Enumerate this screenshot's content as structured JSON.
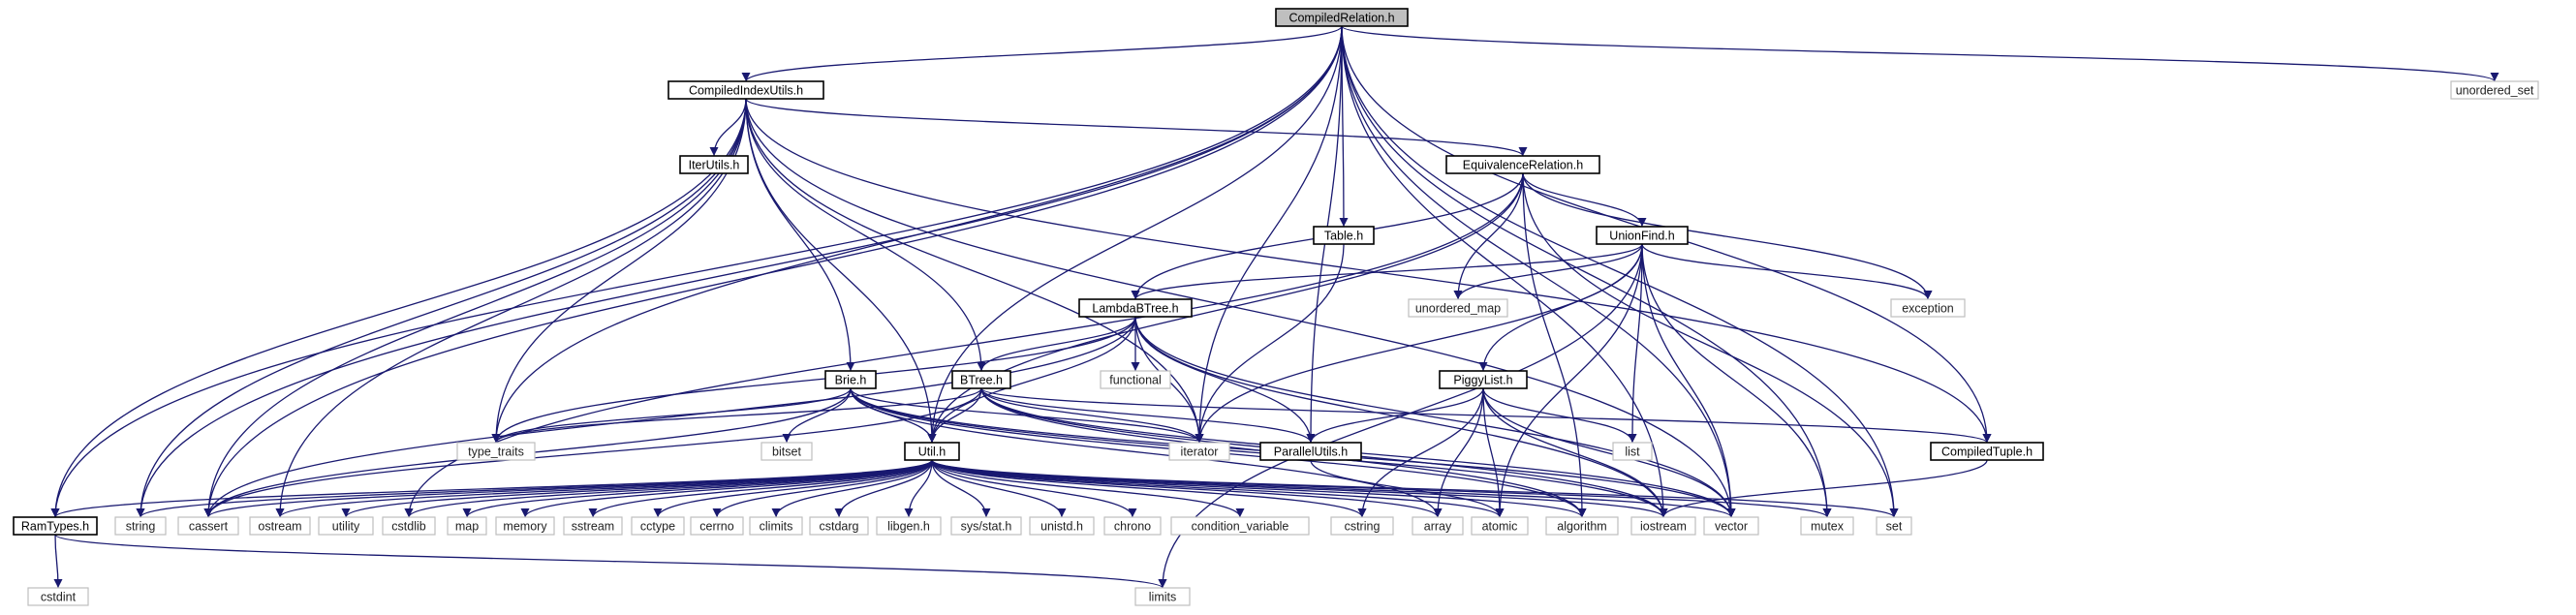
{
  "nodes": [
    {
      "id": "compiled_relation",
      "label": "CompiledRelation.h",
      "kind": "root"
    },
    {
      "id": "unordered_set",
      "label": "unordered_set",
      "kind": "sys"
    },
    {
      "id": "compiled_index_utils",
      "label": "CompiledIndexUtils.h",
      "kind": "local"
    },
    {
      "id": "iter_utils",
      "label": "IterUtils.h",
      "kind": "local"
    },
    {
      "id": "equivalence_relation",
      "label": "EquivalenceRelation.h",
      "kind": "local"
    },
    {
      "id": "table",
      "label": "Table.h",
      "kind": "local"
    },
    {
      "id": "union_find",
      "label": "UnionFind.h",
      "kind": "local"
    },
    {
      "id": "unordered_map",
      "label": "unordered_map",
      "kind": "sys"
    },
    {
      "id": "exception",
      "label": "exception",
      "kind": "sys"
    },
    {
      "id": "lambda_btree",
      "label": "LambdaBTree.h",
      "kind": "local"
    },
    {
      "id": "functional",
      "label": "functional",
      "kind": "sys"
    },
    {
      "id": "brie",
      "label": "Brie.h",
      "kind": "local"
    },
    {
      "id": "btree",
      "label": "BTree.h",
      "kind": "local"
    },
    {
      "id": "piggy_list",
      "label": "PiggyList.h",
      "kind": "local"
    },
    {
      "id": "type_traits",
      "label": "type_traits",
      "kind": "sys"
    },
    {
      "id": "bitset",
      "label": "bitset",
      "kind": "sys"
    },
    {
      "id": "util",
      "label": "Util.h",
      "kind": "local"
    },
    {
      "id": "iterator",
      "label": "iterator",
      "kind": "sys"
    },
    {
      "id": "parallel_utils",
      "label": "ParallelUtils.h",
      "kind": "local"
    },
    {
      "id": "list",
      "label": "list",
      "kind": "sys"
    },
    {
      "id": "compiled_tuple",
      "label": "CompiledTuple.h",
      "kind": "local"
    },
    {
      "id": "ram_types",
      "label": "RamTypes.h",
      "kind": "local"
    },
    {
      "id": "string",
      "label": "string",
      "kind": "sys"
    },
    {
      "id": "cassert",
      "label": "cassert",
      "kind": "sys"
    },
    {
      "id": "ostream",
      "label": "ostream",
      "kind": "sys"
    },
    {
      "id": "utility",
      "label": "utility",
      "kind": "sys"
    },
    {
      "id": "cstdlib",
      "label": "cstdlib",
      "kind": "sys"
    },
    {
      "id": "map",
      "label": "map",
      "kind": "sys"
    },
    {
      "id": "memory",
      "label": "memory",
      "kind": "sys"
    },
    {
      "id": "sstream",
      "label": "sstream",
      "kind": "sys"
    },
    {
      "id": "cctype",
      "label": "cctype",
      "kind": "sys"
    },
    {
      "id": "cerrno",
      "label": "cerrno",
      "kind": "sys"
    },
    {
      "id": "climits",
      "label": "climits",
      "kind": "sys"
    },
    {
      "id": "cstdarg",
      "label": "cstdarg",
      "kind": "sys"
    },
    {
      "id": "libgen",
      "label": "libgen.h",
      "kind": "sys"
    },
    {
      "id": "sys_stat",
      "label": "sys/stat.h",
      "kind": "sys"
    },
    {
      "id": "unistd",
      "label": "unistd.h",
      "kind": "sys"
    },
    {
      "id": "chrono",
      "label": "chrono",
      "kind": "sys"
    },
    {
      "id": "condition_variable",
      "label": "condition_variable",
      "kind": "sys"
    },
    {
      "id": "cstring",
      "label": "cstring",
      "kind": "sys"
    },
    {
      "id": "array",
      "label": "array",
      "kind": "sys"
    },
    {
      "id": "atomic",
      "label": "atomic",
      "kind": "sys"
    },
    {
      "id": "algorithm",
      "label": "algorithm",
      "kind": "sys"
    },
    {
      "id": "iostream",
      "label": "iostream",
      "kind": "sys"
    },
    {
      "id": "vector",
      "label": "vector",
      "kind": "sys"
    },
    {
      "id": "mutex",
      "label": "mutex",
      "kind": "sys"
    },
    {
      "id": "set",
      "label": "set",
      "kind": "sys"
    },
    {
      "id": "cstdint",
      "label": "cstdint",
      "kind": "sys"
    },
    {
      "id": "limits",
      "label": "limits",
      "kind": "sys"
    }
  ],
  "edges": [
    [
      "compiled_relation",
      "unordered_set"
    ],
    [
      "compiled_relation",
      "compiled_index_utils"
    ],
    [
      "compiled_relation",
      "table"
    ],
    [
      "compiled_relation",
      "parallel_utils"
    ],
    [
      "compiled_relation",
      "iterator"
    ],
    [
      "compiled_relation",
      "compiled_tuple"
    ],
    [
      "compiled_relation",
      "ram_types"
    ],
    [
      "compiled_relation",
      "string"
    ],
    [
      "compiled_relation",
      "cassert"
    ],
    [
      "compiled_relation",
      "type_traits"
    ],
    [
      "compiled_relation",
      "util"
    ],
    [
      "compiled_relation",
      "iostream"
    ],
    [
      "compiled_relation",
      "vector"
    ],
    [
      "compiled_relation",
      "mutex"
    ],
    [
      "compiled_relation",
      "set"
    ],
    [
      "compiled_index_utils",
      "iter_utils"
    ],
    [
      "compiled_index_utils",
      "equivalence_relation"
    ],
    [
      "compiled_index_utils",
      "brie"
    ],
    [
      "compiled_index_utils",
      "btree"
    ],
    [
      "compiled_index_utils",
      "util"
    ],
    [
      "compiled_index_utils",
      "iterator"
    ],
    [
      "compiled_index_utils",
      "compiled_tuple"
    ],
    [
      "compiled_index_utils",
      "ram_types"
    ],
    [
      "compiled_index_utils",
      "string"
    ],
    [
      "compiled_index_utils",
      "cassert"
    ],
    [
      "compiled_index_utils",
      "ostream"
    ],
    [
      "compiled_index_utils",
      "type_traits"
    ],
    [
      "compiled_index_utils",
      "vector"
    ],
    [
      "equivalence_relation",
      "union_find"
    ],
    [
      "equivalence_relation",
      "lambda_btree"
    ],
    [
      "equivalence_relation",
      "unordered_map"
    ],
    [
      "equivalence_relation",
      "exception"
    ],
    [
      "equivalence_relation",
      "util"
    ],
    [
      "equivalence_relation",
      "cstdlib"
    ],
    [
      "equivalence_relation",
      "algorithm"
    ],
    [
      "equivalence_relation",
      "set"
    ],
    [
      "table",
      "iterator"
    ],
    [
      "union_find",
      "lambda_btree"
    ],
    [
      "union_find",
      "piggy_list"
    ],
    [
      "union_find",
      "unordered_map"
    ],
    [
      "union_find",
      "exception"
    ],
    [
      "union_find",
      "list"
    ],
    [
      "union_find",
      "iterator"
    ],
    [
      "union_find",
      "atomic"
    ],
    [
      "union_find",
      "vector"
    ],
    [
      "union_find",
      "limits"
    ],
    [
      "union_find",
      "mutex"
    ],
    [
      "lambda_btree",
      "btree"
    ],
    [
      "lambda_btree",
      "functional"
    ],
    [
      "lambda_btree",
      "util"
    ],
    [
      "lambda_btree",
      "iterator"
    ],
    [
      "lambda_btree",
      "parallel_utils"
    ],
    [
      "lambda_btree",
      "type_traits"
    ],
    [
      "lambda_btree",
      "cassert"
    ],
    [
      "lambda_btree",
      "vector"
    ],
    [
      "lambda_btree",
      "iostream"
    ],
    [
      "brie",
      "util"
    ],
    [
      "brie",
      "bitset"
    ],
    [
      "brie",
      "type_traits"
    ],
    [
      "brie",
      "iterator"
    ],
    [
      "brie",
      "cassert"
    ],
    [
      "brie",
      "array"
    ],
    [
      "brie",
      "iostream"
    ],
    [
      "brie",
      "vector"
    ],
    [
      "brie",
      "algorithm"
    ],
    [
      "btree",
      "util"
    ],
    [
      "btree",
      "parallel_utils"
    ],
    [
      "btree",
      "iterator"
    ],
    [
      "btree",
      "type_traits"
    ],
    [
      "btree",
      "cassert"
    ],
    [
      "btree",
      "iostream"
    ],
    [
      "btree",
      "vector"
    ],
    [
      "btree",
      "algorithm"
    ],
    [
      "btree",
      "compiled_tuple"
    ],
    [
      "piggy_list",
      "parallel_utils"
    ],
    [
      "piggy_list",
      "list"
    ],
    [
      "piggy_list",
      "atomic"
    ],
    [
      "piggy_list",
      "array"
    ],
    [
      "piggy_list",
      "cstring"
    ],
    [
      "piggy_list",
      "iostream"
    ],
    [
      "piggy_list",
      "vector"
    ],
    [
      "util",
      "ram_types"
    ],
    [
      "util",
      "string"
    ],
    [
      "util",
      "cassert"
    ],
    [
      "util",
      "ostream"
    ],
    [
      "util",
      "utility"
    ],
    [
      "util",
      "cstdlib"
    ],
    [
      "util",
      "map"
    ],
    [
      "util",
      "memory"
    ],
    [
      "util",
      "sstream"
    ],
    [
      "util",
      "cctype"
    ],
    [
      "util",
      "cerrno"
    ],
    [
      "util",
      "climits"
    ],
    [
      "util",
      "cstdarg"
    ],
    [
      "util",
      "libgen"
    ],
    [
      "util",
      "sys_stat"
    ],
    [
      "util",
      "unistd"
    ],
    [
      "util",
      "chrono"
    ],
    [
      "util",
      "condition_variable"
    ],
    [
      "util",
      "cstring"
    ],
    [
      "util",
      "array"
    ],
    [
      "util",
      "atomic"
    ],
    [
      "util",
      "algorithm"
    ],
    [
      "util",
      "iostream"
    ],
    [
      "util",
      "vector"
    ],
    [
      "util",
      "mutex"
    ],
    [
      "util",
      "set"
    ],
    [
      "parallel_utils",
      "atomic"
    ],
    [
      "compiled_tuple",
      "iostream"
    ],
    [
      "ram_types",
      "cstdint"
    ],
    [
      "ram_types",
      "limits"
    ]
  ]
}
